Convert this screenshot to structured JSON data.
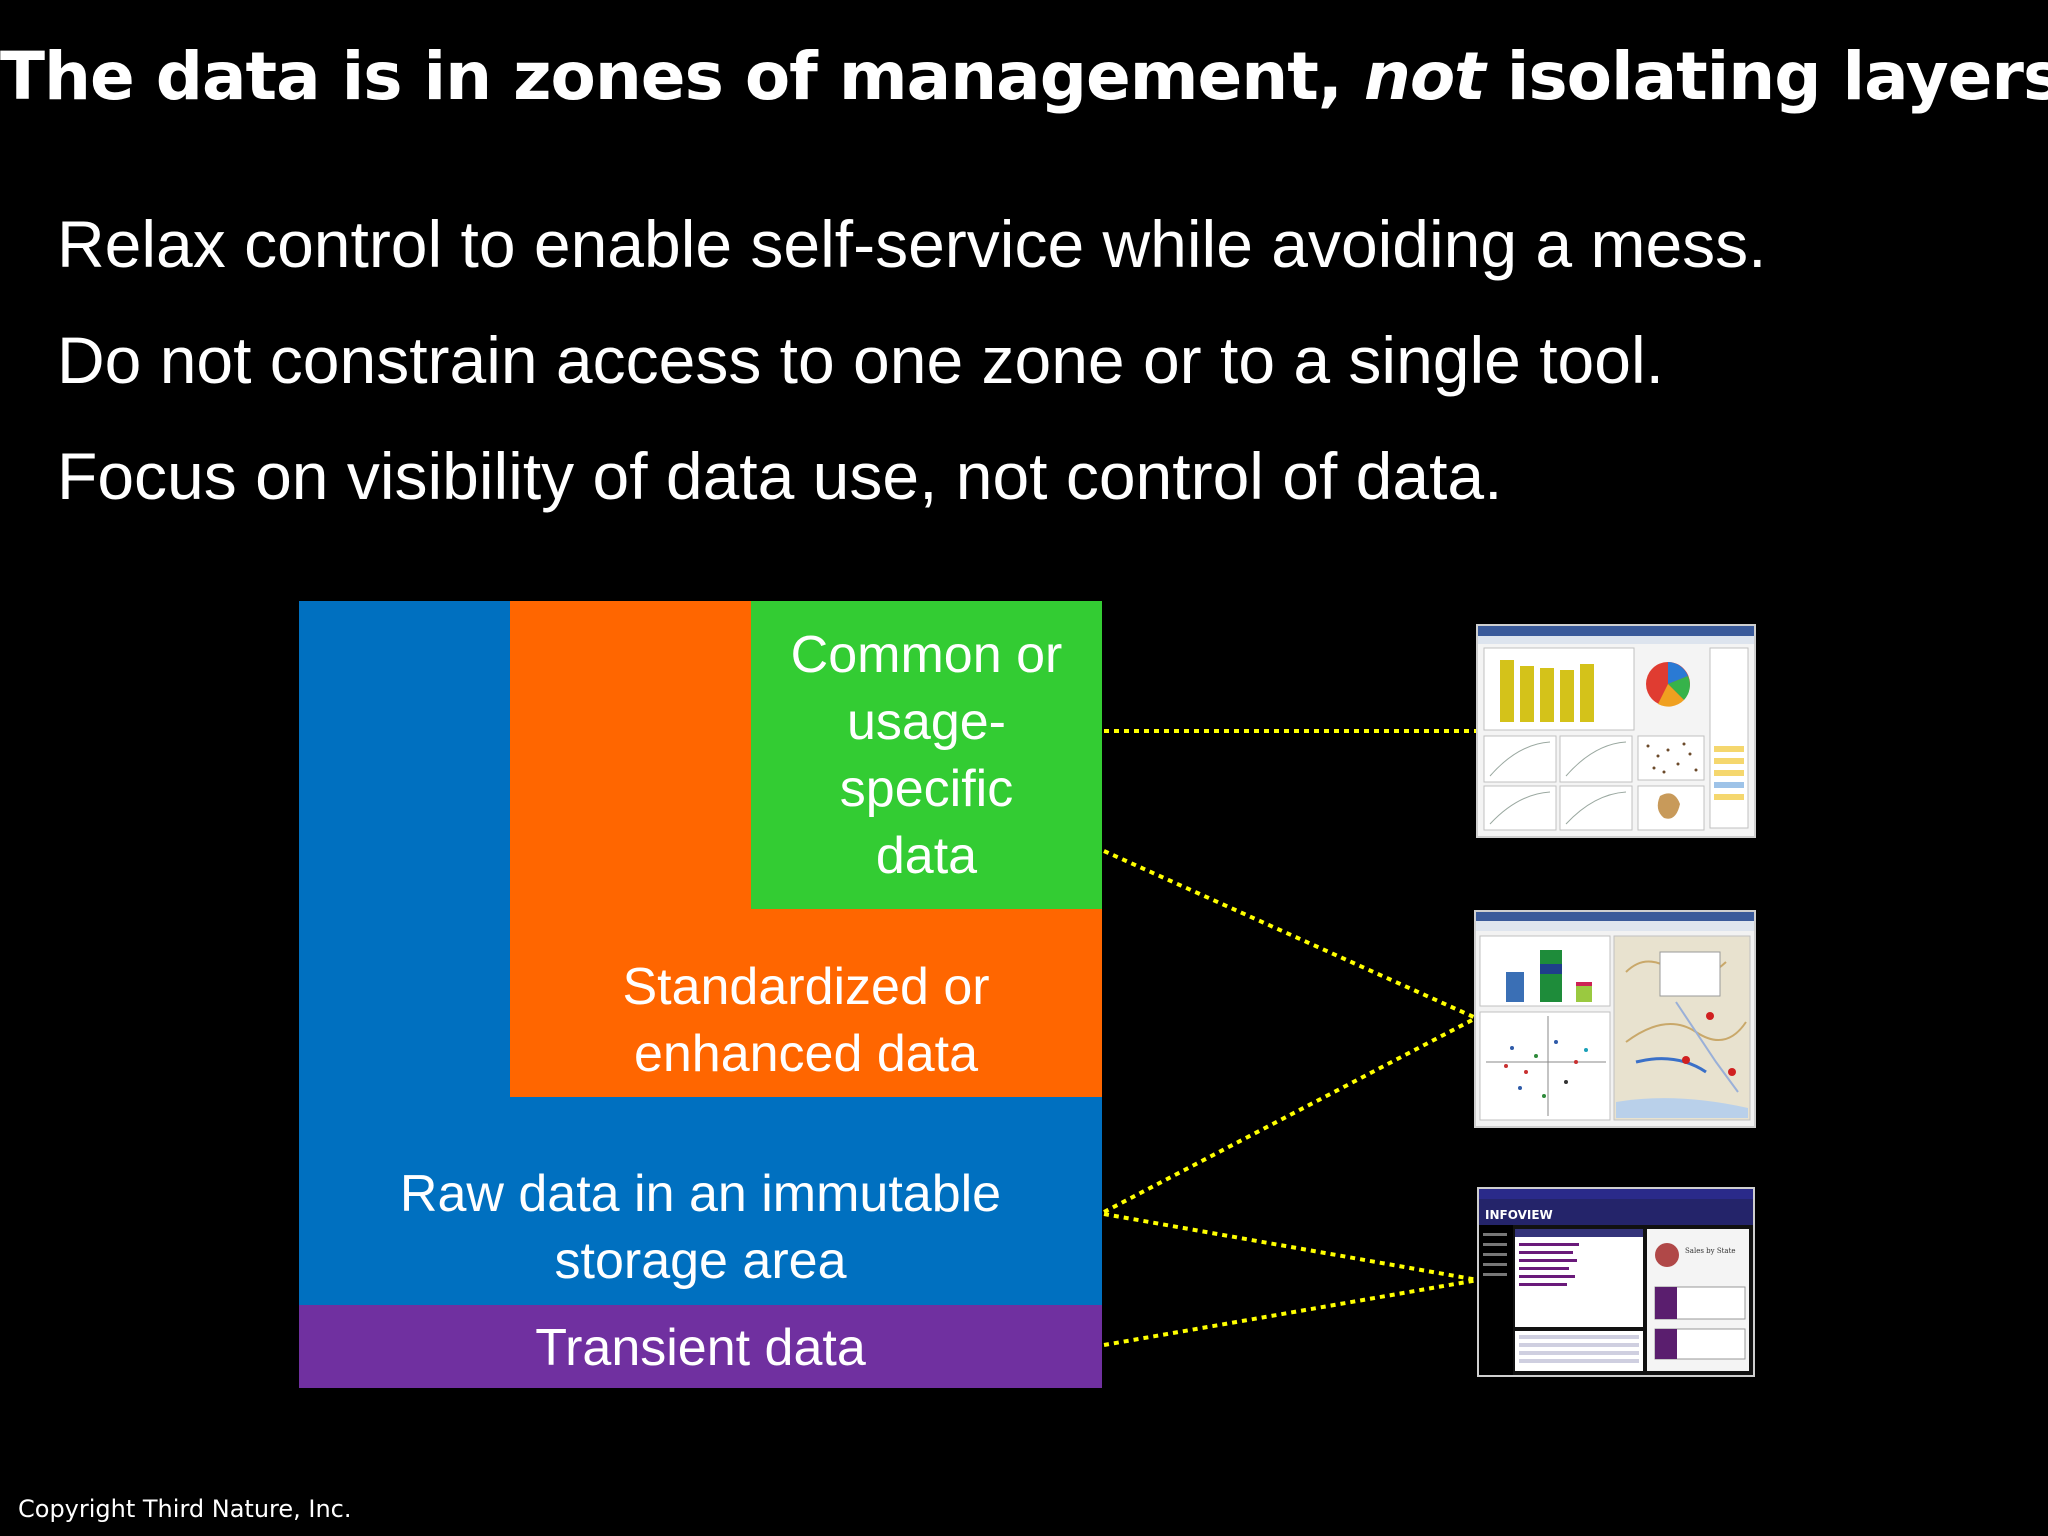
{
  "title": {
    "part1": "The data is in zones of management, ",
    "emphasis": "not",
    "part2": " isolating layers"
  },
  "bullets": [
    "Relax control to enable self-service while avoiding a mess.",
    "Do not constrain access to one zone or to a single tool.",
    "Focus on visibility of data use, not control of data."
  ],
  "zones": {
    "common": {
      "lines": [
        "Common or",
        "usage-",
        "specific",
        "data"
      ],
      "color": "#33cc33"
    },
    "standardized": {
      "lines": [
        "Standardized or",
        "enhanced data"
      ],
      "color": "#ff6600"
    },
    "raw": {
      "lines": [
        "Raw data in an immutable",
        "storage area"
      ],
      "color": "#0070c0"
    },
    "transient": {
      "label": "Transient data",
      "color": "#7030a0"
    }
  },
  "tool_screenshots": {
    "dashboard": "Dashboard tool screenshot",
    "map": "Map and scatter analysis screenshot",
    "report": {
      "logo": "INFOVIEW",
      "panel_title": "Sales by State"
    }
  },
  "connector_color": "#ffff00",
  "copyright": "Copyright Third Nature, Inc."
}
